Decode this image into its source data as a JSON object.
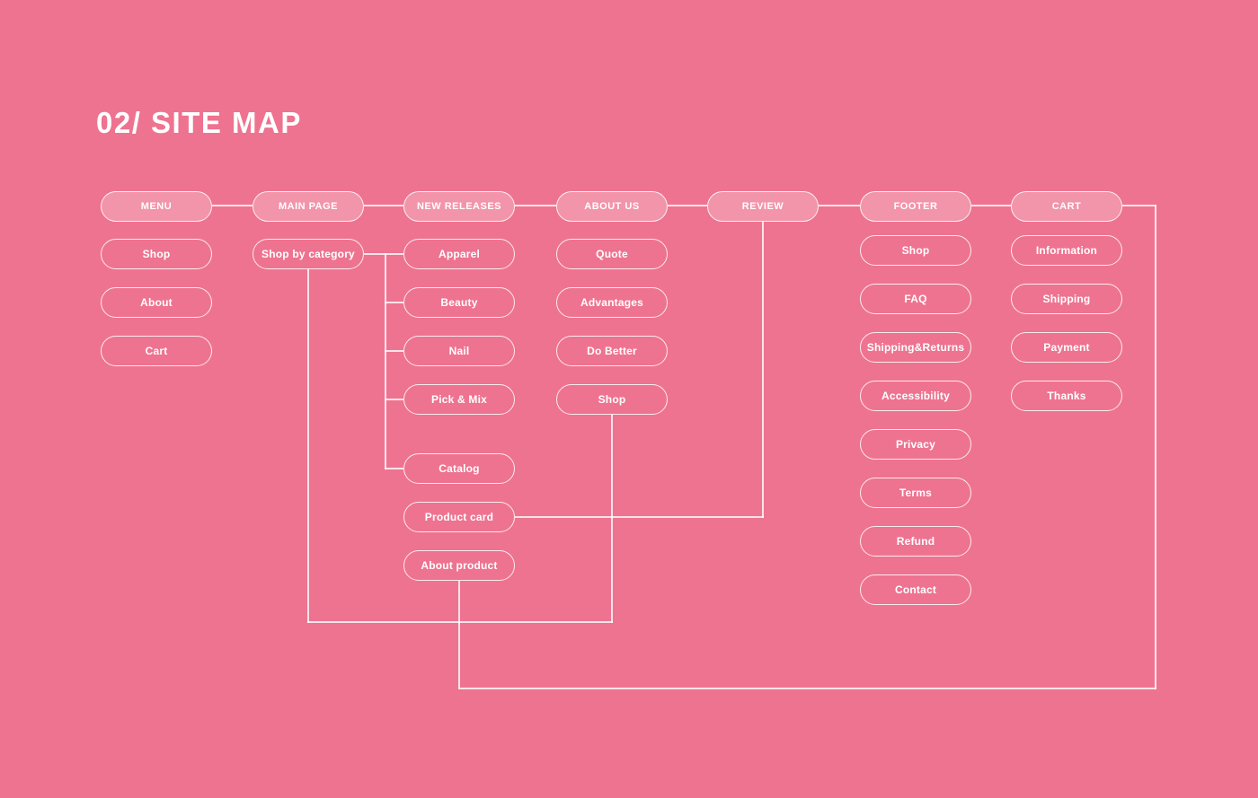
{
  "title": "02/ SITE MAP",
  "colors": {
    "background": "#ee7390",
    "header_node_fill": "#f295ab",
    "node_border": "#fbe4ea",
    "connector_line": "#fbe4ea",
    "text": "#ffffff"
  },
  "sitemap": {
    "columns": [
      {
        "header": "MENU",
        "items": [
          "Shop",
          "About",
          "Cart"
        ]
      },
      {
        "header": "MAIN PAGE",
        "items": [
          "Shop by category"
        ]
      },
      {
        "header": "NEW RELEASES",
        "items": [
          "Apparel",
          "Beauty",
          "Nail",
          "Pick & Mix",
          "Catalog",
          "Product card",
          "About product"
        ]
      },
      {
        "header": "ABOUT US",
        "items": [
          "Quote",
          "Advantages",
          "Do Better",
          "Shop"
        ]
      },
      {
        "header": "REVIEW",
        "items": []
      },
      {
        "header": "FOOTER",
        "items": [
          "Shop",
          "FAQ",
          "Shipping&Returns",
          "Accessibility",
          "Privacy",
          "Terms",
          "Refund",
          "Contact"
        ]
      },
      {
        "header": "CART",
        "items": [
          "Information",
          "Shipping",
          "Payment",
          "Thanks"
        ]
      }
    ]
  }
}
